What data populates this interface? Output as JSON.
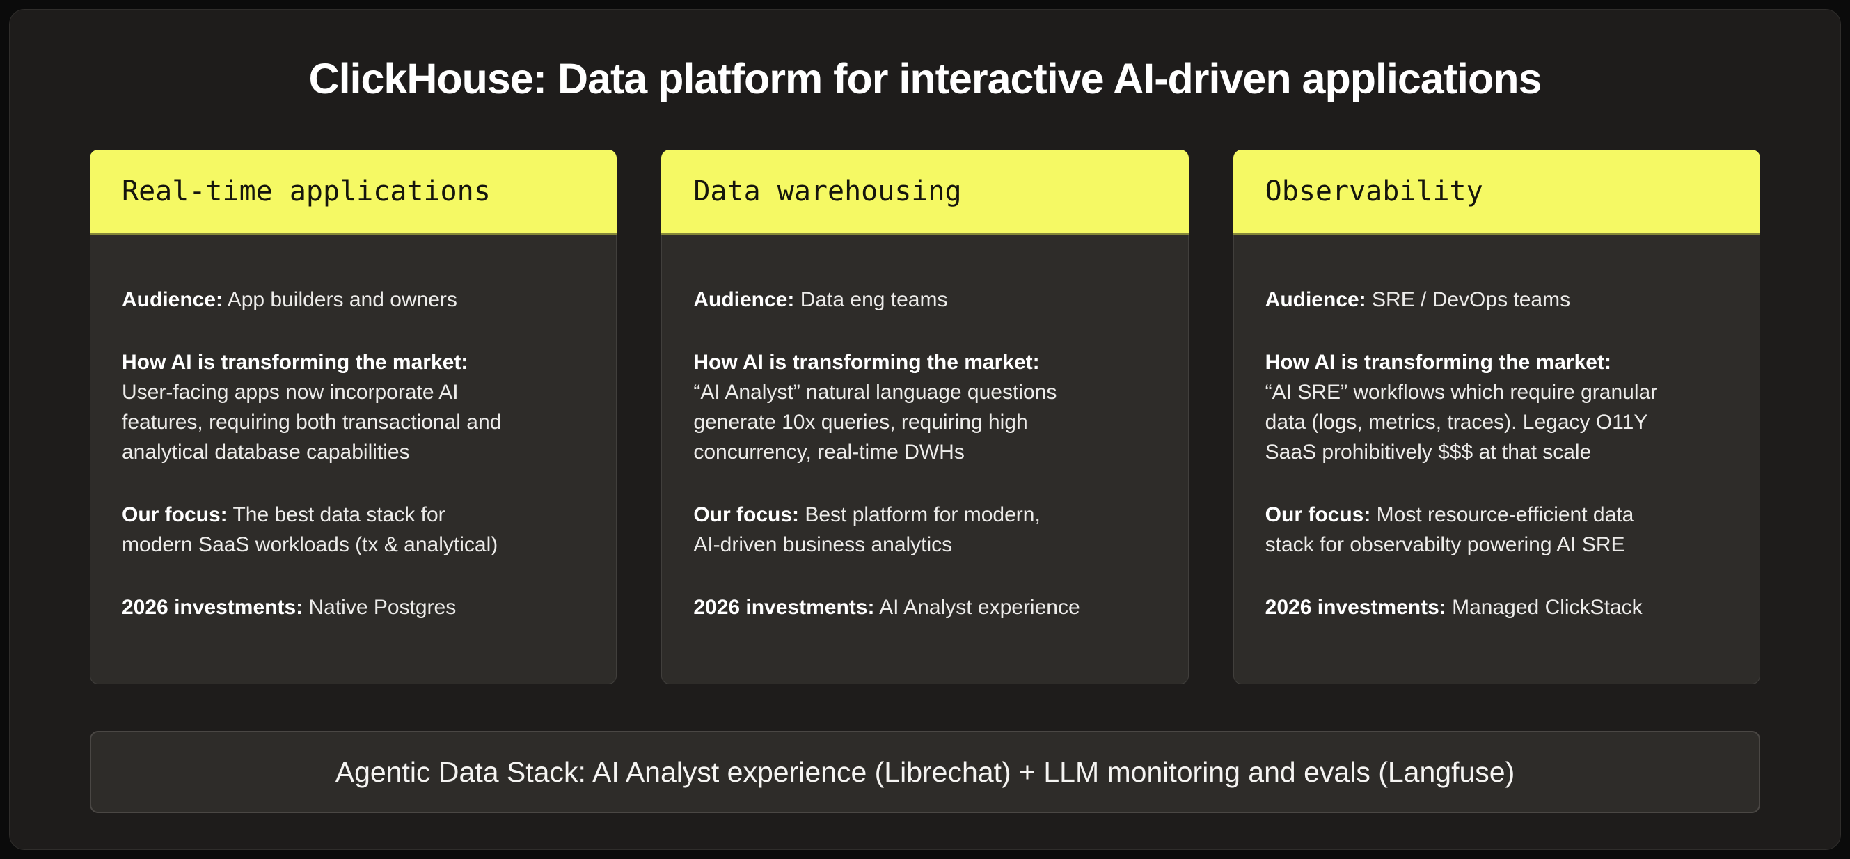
{
  "title": "ClickHouse: Data platform for interactive AI-driven applications",
  "colors": {
    "outer_bg": "#0b0b0b",
    "panel_bg": "#1e1c1b",
    "card_bg": "#2e2c29",
    "accent_yellow": "#f5f964",
    "text_primary": "#ffffff"
  },
  "cards": [
    {
      "header": "Real-time applications",
      "sections": [
        {
          "label": "Audience:",
          "text": " App builders and owners"
        },
        {
          "label": "How AI is transforming the market:",
          "text": "\nUser-facing apps now incorporate AI\nfeatures, requiring both transactional and\nanalytical database capabilities"
        },
        {
          "label": "Our focus:",
          "text": " The best data stack for\nmodern SaaS workloads (tx & analytical)"
        },
        {
          "label": "2026 investments:",
          "text": " Native Postgres"
        }
      ]
    },
    {
      "header": "Data warehousing",
      "sections": [
        {
          "label": "Audience:",
          "text": " Data eng teams"
        },
        {
          "label": "How AI is transforming the market:",
          "text": "\n“AI Analyst” natural language questions\ngenerate 10x queries, requiring high\nconcurrency, real-time DWHs"
        },
        {
          "label": "Our focus:",
          "text": " Best platform for modern,\nAI-driven business analytics"
        },
        {
          "label": "2026 investments:",
          "text": " AI Analyst experience"
        }
      ]
    },
    {
      "header": "Observability",
      "sections": [
        {
          "label": "Audience:",
          "text": " SRE / DevOps teams"
        },
        {
          "label": "How AI is transforming the market:",
          "text": "\n“AI SRE” workflows which require granular\ndata (logs, metrics, traces). Legacy O11Y\nSaaS prohibitively $$$ at that scale"
        },
        {
          "label": "Our focus:",
          "text": " Most resource-efficient data\nstack for observabilty powering AI SRE"
        },
        {
          "label": "2026 investments:",
          "text": " Managed ClickStack"
        }
      ]
    }
  ],
  "banner": {
    "text": "Agentic Data Stack: AI Analyst experience (Librechat) + LLM monitoring and evals (Langfuse)"
  }
}
